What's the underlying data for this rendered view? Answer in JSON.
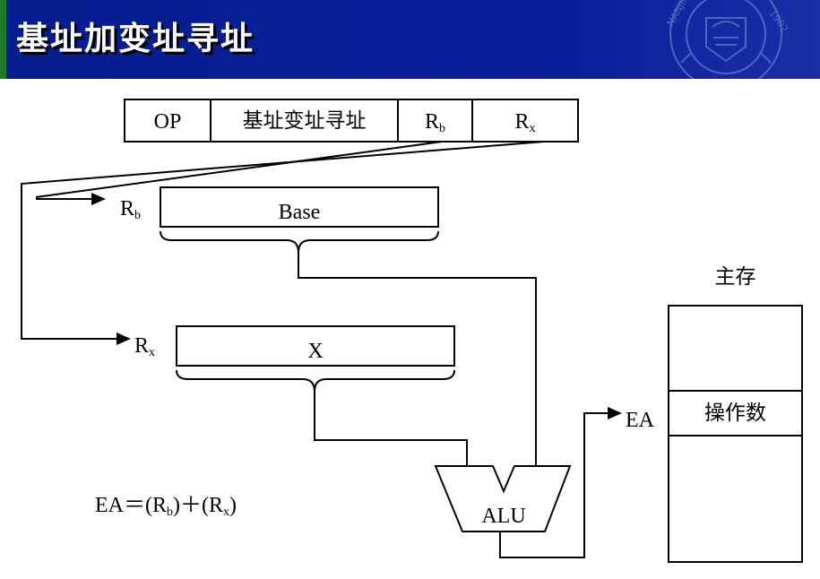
{
  "slide": {
    "title": "基址加变址寻址"
  },
  "instruction": {
    "fields": [
      {
        "text": "OP",
        "sub": ""
      },
      {
        "text": "基址变址寻址",
        "sub": ""
      },
      {
        "text": "R",
        "sub": "b"
      },
      {
        "text": "R",
        "sub": "x"
      }
    ]
  },
  "registers": {
    "base": {
      "label": "R",
      "sub": "b",
      "content": "Base"
    },
    "index": {
      "label": "R",
      "sub": "x",
      "content": "X"
    }
  },
  "alu": {
    "label": "ALU"
  },
  "ea_label": "EA",
  "memory": {
    "title": "主存",
    "operand": "操作数"
  },
  "formula": {
    "p1": "EA＝(R",
    "s1": "b",
    "p2": ")＋(R",
    "s2": "x",
    "p3": ")"
  },
  "colors": {
    "header": "#061d8f",
    "header_strip": "#1c7a2c",
    "title_text": "#ffffff"
  },
  "icons": {
    "seal": "university-seal-icon"
  }
}
